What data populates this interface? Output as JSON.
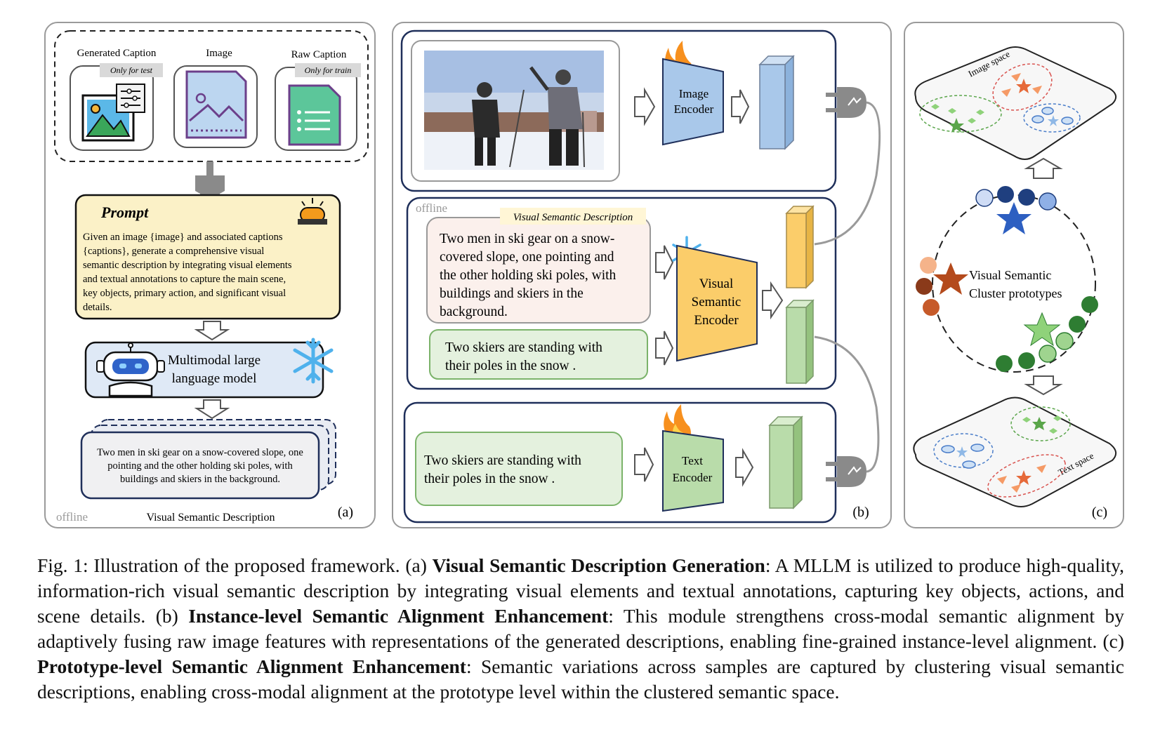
{
  "panel_a": {
    "generated_caption_title": "Generated Caption",
    "generated_caption_tag": "Only for test",
    "image_title": "Image",
    "raw_caption_title": "Raw Caption",
    "raw_caption_tag": "Only for train",
    "prompt_title": "Prompt",
    "prompt_lines": [
      "Given an image {image} and associated captions",
      "{captions}, generate a comprehensive visual",
      "semantic description by integrating visual elements",
      "and textual annotations to capture the main scene,",
      "key objects, primary action, and significant visual",
      "details."
    ],
    "mllm_line1": "Multimodal large",
    "mllm_line2": "language model",
    "description_lines": [
      "Two men in ski gear on a snow-covered slope, one",
      "pointing and the other holding ski poles, with",
      "buildings and skiers in the background."
    ],
    "offline_label": "offline",
    "footer_label": "Visual Semantic Description",
    "panel_label": "(a)"
  },
  "panel_b": {
    "image_encoder_line1": "Image",
    "image_encoder_line2": "Encoder",
    "offline_label": "offline",
    "vsd_tag": "Visual Semantic Description",
    "vsd_lines": [
      "Two men in ski gear on a snow-",
      "covered slope, one pointing and",
      "the other holding ski poles, with",
      "buildings and skiers in the",
      "background."
    ],
    "caption_lines": [
      "Two skiers are standing with",
      "their poles in the snow ."
    ],
    "vs_encoder_lines": [
      "Visual",
      "Semantic",
      "Encoder"
    ],
    "text_lines": [
      "Two skiers are standing with",
      "their poles in the snow ."
    ],
    "text_encoder_line1": "Text",
    "text_encoder_line2": "Encoder",
    "panel_label": "(b)"
  },
  "panel_c": {
    "image_space_label": "Image space",
    "text_space_label": "Text space",
    "prototype_line1": "Visual Semantic",
    "prototype_line2": "Cluster prototypes",
    "panel_label": "(c)"
  },
  "caption": {
    "prefix": "Fig. 1: Illustration of the proposed framework. (a) ",
    "a_bold": "Visual Semantic Description Generation",
    "a_text": ": A MLLM is utilized to produce high-quality, information-rich visual semantic description by integrating visual elements and textual annotations, capturing key objects, actions, and scene details. (b) ",
    "b_bold": "Instance-level Semantic Alignment Enhancement",
    "b_text": ": This module strengthens cross-modal semantic alignment by adaptively fusing raw image features with representations of the generated descriptions, enabling fine-grained instance-level alignment. (c) ",
    "c_bold": "Prototype-level Semantic Alignment Enhancement",
    "c_text": ": Semantic variations across samples are captured by clustering visual semantic descriptions, enabling cross-modal alignment at the prototype level within the clustered semantic space."
  },
  "colors": {
    "prompt_fill": "#fbf1c7",
    "mllm_fill": "#dfe9f6",
    "image_encoder_fill": "#a9c8ea",
    "visual_semantic_encoder_fill": "#fbcd6a",
    "text_encoder_fill": "#b9dcaa",
    "vsd_box_fill": "#fbf0ec",
    "caption_box_fill": "#e4f1de",
    "dark_green_node": "#2e7d32",
    "dark_blue_node": "#1f3f7f",
    "brown_node": "#8a3a1a"
  }
}
